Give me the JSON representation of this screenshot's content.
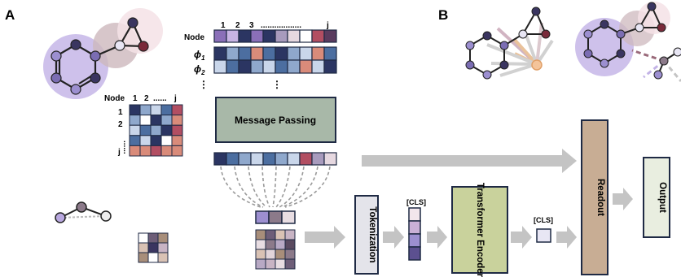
{
  "panels": {
    "a": "A",
    "b": "B"
  },
  "node_row": {
    "label": "Node",
    "indices": [
      "1",
      "2",
      "3",
      "..................",
      "j"
    ]
  },
  "phi_rows": [
    {
      "base": "ϕ",
      "sub": "1"
    },
    {
      "base": "ϕ",
      "sub": "2"
    }
  ],
  "vertical_ellipsis": "⋮",
  "adjacency": {
    "label": "Node",
    "col_indices": [
      "1",
      "2",
      "......",
      "j"
    ],
    "row_indices": [
      "1",
      "2",
      "......",
      "j"
    ]
  },
  "message_passing": {
    "label": "Message Passing",
    "fill": "#a8b8a8"
  },
  "tokenization": {
    "label": "Tokenization",
    "fill": "#e4e4ea"
  },
  "transformer": {
    "label": "Transformer Encoder",
    "fill": "#c9d29c"
  },
  "readout": {
    "label": "Readout",
    "fill": "#c8ad94"
  },
  "output": {
    "label": "Output",
    "fill": "#e9eee0"
  },
  "cls_labels": [
    "[CLS]",
    "[CLS]"
  ],
  "colors": {
    "node_dark": "#3a3560",
    "node_light": "#9c8fd0",
    "highlight_purple": "#b9a8e0",
    "highlight_mauve": "#c9b0b8",
    "highlight_pink": "#f2dde2",
    "arrow_gray": "#c4c4c4",
    "dark_red": "#7a2a3a",
    "border": "#1f2a44"
  }
}
